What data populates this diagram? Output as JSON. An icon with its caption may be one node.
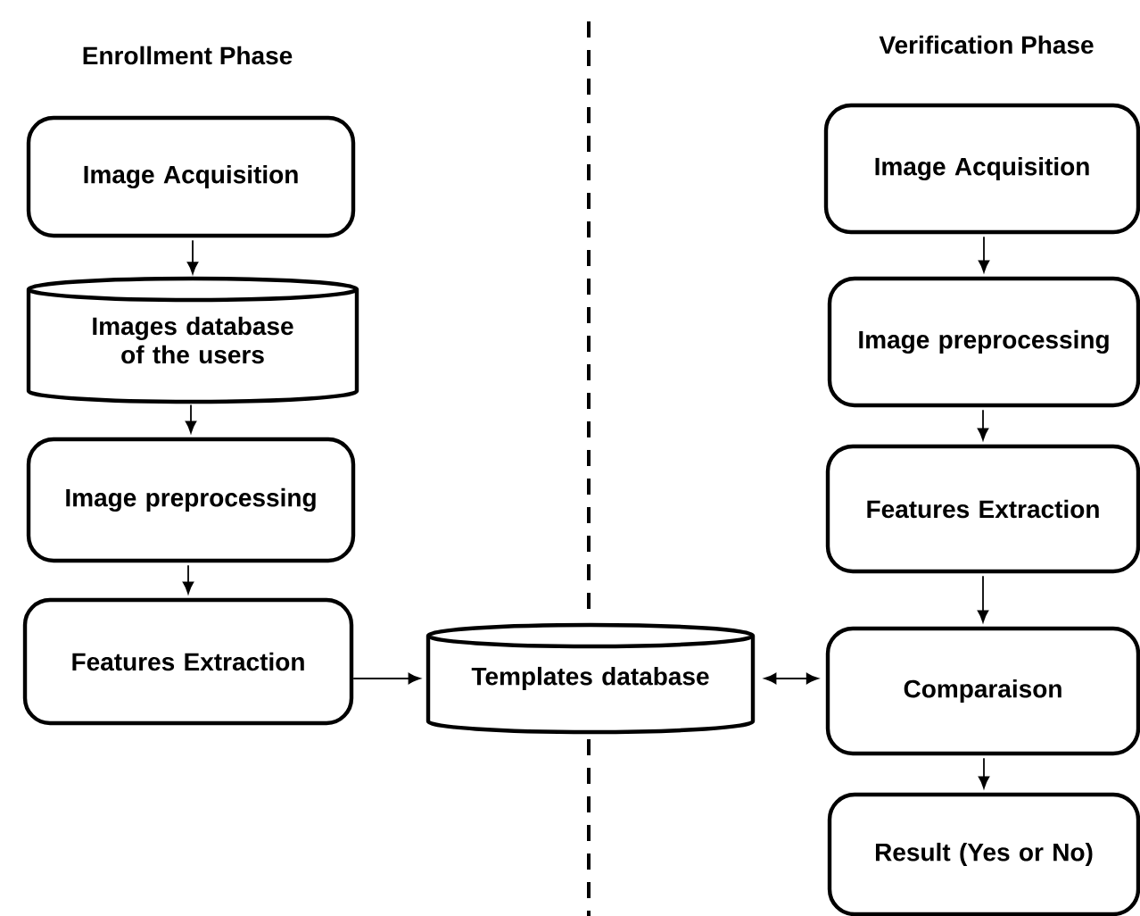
{
  "diagram": {
    "nodes": [
      {
        "text": [
          "Image Acquisition"
        ]
      },
      {
        "text": [
          "Images database of the users"
        ]
      },
      {
        "text": [
          "Image preprocessing"
        ]
      },
      {
        "text": [
          "Features Extraction"
        ]
      },
      {
        "text": [
          "Templates database"
        ]
      },
      {
        "text": [
          "Image Acquisition"
        ]
      },
      {
        "text": [
          "Image preprocessing"
        ]
      },
      {
        "text": [
          "Features Extraction"
        ]
      },
      {
        "text": [
          "Comparaison"
        ]
      },
      {
        "text": [
          "Result (Yes or No)"
        ]
      }
    ],
    "edges": [
      {
        "from": 0,
        "to": 1,
        "arrow": "to"
      },
      {
        "from": 1,
        "to": 2,
        "arrow": "to"
      },
      {
        "from": 2,
        "to": 3,
        "arrow": "to"
      },
      {
        "from": 3,
        "to": 4,
        "arrow": "to"
      },
      {
        "from": 4,
        "to": 8,
        "arrow": "both"
      },
      {
        "from": 5,
        "to": 6,
        "arrow": "to"
      },
      {
        "from": 6,
        "to": 7,
        "arrow": "to"
      },
      {
        "from": 7,
        "to": 8,
        "arrow": "to"
      },
      {
        "from": 8,
        "to": 9,
        "arrow": "to"
      }
    ],
    "labels": [
      "Enrollment Phase",
      "Verification Phase"
    ]
  }
}
